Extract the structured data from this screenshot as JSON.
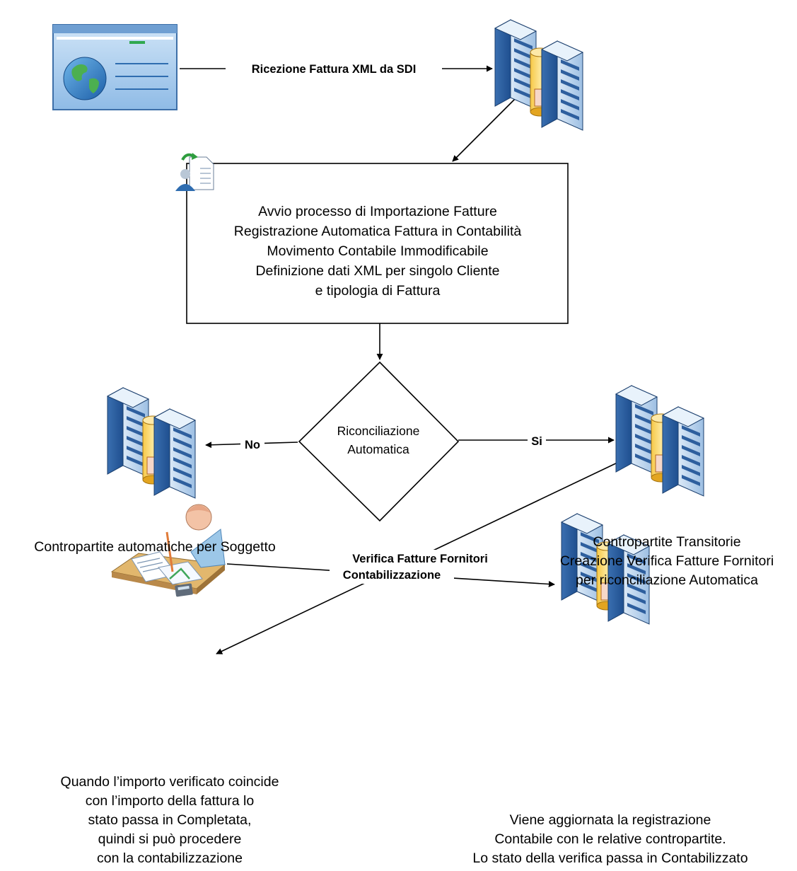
{
  "edges": {
    "ricezione": "Ricezione Fattura XML da SDI",
    "no": "No",
    "si": "Si",
    "verifica": "Verifica Fatture Fornitori",
    "contabilizzazione": "Contabilizzazione"
  },
  "process_box": {
    "lines": [
      "Avvio processo di Importazione Fatture",
      "Registrazione Automatica Fattura in Contabilità",
      "Movimento Contabile Immodificabile",
      "Definizione dati XML per singolo Cliente",
      "e tipologia di Fattura"
    ]
  },
  "decision": {
    "lines": [
      "Riconciliazione",
      "Automatica"
    ]
  },
  "captions": {
    "left_server": [
      "Contropartite automatiche per Soggetto"
    ],
    "right_server": [
      "Contropartite Transitorie",
      "Creazione Verifica Fatture Fornitori",
      "per riconciliazione Automatica"
    ],
    "person": [
      "Quando l’importo verificato coincide",
      "con l’importo della fattura lo",
      "stato passa in Completata,",
      "quindi si può procedere",
      "con la contabilizzazione"
    ],
    "bottom_server": [
      "Viene aggiornata la registrazione",
      "Contabile con le relative contropartite.",
      "Lo stato della verifica passa in Contabilizzato"
    ]
  },
  "icons": {
    "sdi": "web-portal-icon",
    "server": "server-database-icon",
    "document": "user-document-icon",
    "person": "person-at-desk-icon"
  }
}
